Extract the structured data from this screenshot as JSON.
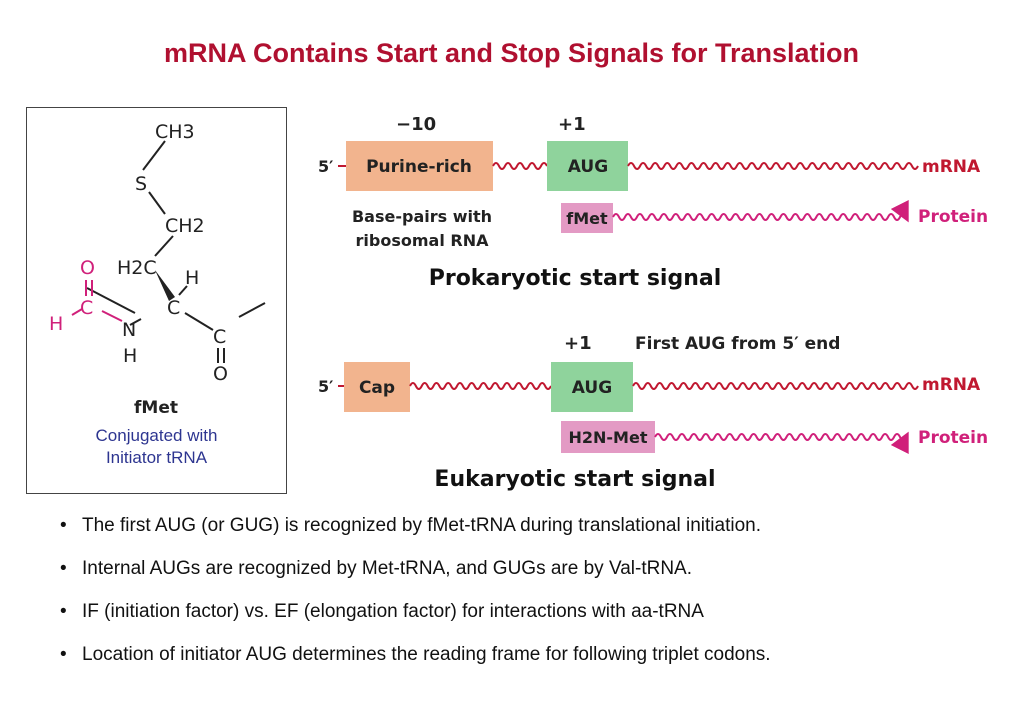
{
  "title": "mRNA Contains Start and Stop Signals for Translation",
  "fmet_panel": {
    "atoms": {
      "ch3": "CH3",
      "s": "S",
      "ch2": "CH2",
      "h2c": "H2C",
      "h_top": "H",
      "o_left": "O",
      "c_left": "C",
      "h_left": "H",
      "n": "N",
      "h_n": "H",
      "c_center": "C",
      "c_right": "C",
      "o_bottom": "O"
    },
    "name": "fMet",
    "caption_line1": "Conjugated with",
    "caption_line2": "Initiator tRNA"
  },
  "prokaryotic": {
    "pos_minus10": "−10",
    "pos_plus1": "+1",
    "five_prime": "5′",
    "box_label": "Purine-rich",
    "aug": "AUG",
    "mrna": "mRNA",
    "pair_line1": "Base-pairs with",
    "pair_line2": "ribosomal RNA",
    "fmet": "fMet",
    "protein": "Protein",
    "signal_title": "Prokaryotic start signal"
  },
  "eukaryotic": {
    "pos_plus1": "+1",
    "first_aug": "First AUG from 5′ end",
    "five_prime": "5′",
    "box_label": "Cap",
    "aug": "AUG",
    "mrna": "mRNA",
    "h2n_met": "H2N-Met",
    "protein": "Protein",
    "signal_title": "Eukaryotic start signal"
  },
  "bullets": [
    "The first AUG (or GUG) is recognized by fMet-tRNA during translational initiation.",
    "Internal AUGs are recognized by Met-tRNA, and GUGs are by Val-tRNA.",
    "IF (initiation factor) vs. EF (elongation factor) for interactions with aa-tRNA",
    "Location of initiator AUG determines the reading frame for following triplet codons."
  ],
  "bullet_marker": "•",
  "colors": {
    "title": "#b01030",
    "purine_box": "#f2b48e",
    "aug_box": "#8fd39c",
    "fmet_box": "#e39ac4",
    "wave_red": "#c01830",
    "wave_magenta": "#d0207a",
    "caption": "#2d3590"
  }
}
